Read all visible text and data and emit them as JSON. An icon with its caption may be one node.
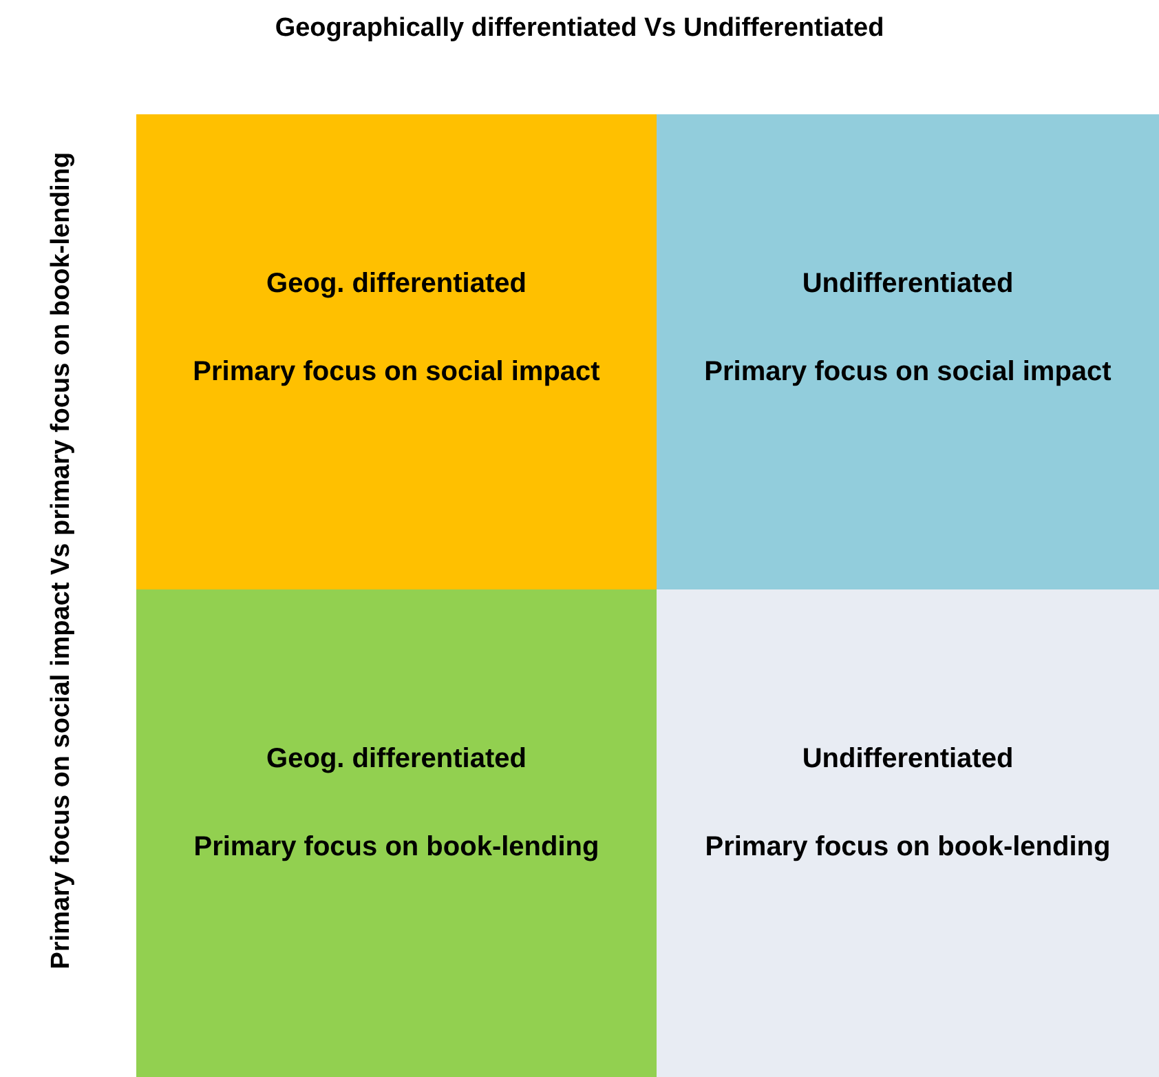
{
  "diagram": {
    "title": "Geographically differentiated Vs Undifferentiated",
    "nodes": [
      {
        "text": [
          "Geog. differentiated",
          "Primary focus on social impact"
        ]
      },
      {
        "text": [
          "Undifferentiated",
          "Primary focus on social impact"
        ]
      },
      {
        "text": [
          "Geog. differentiated",
          "Primary focus on book-lending"
        ]
      },
      {
        "text": [
          "Undifferentiated",
          "Primary focus on book-lending"
        ]
      }
    ],
    "labels": [
      "Primary focus on social impact Vs primary focus on book-lending"
    ]
  }
}
